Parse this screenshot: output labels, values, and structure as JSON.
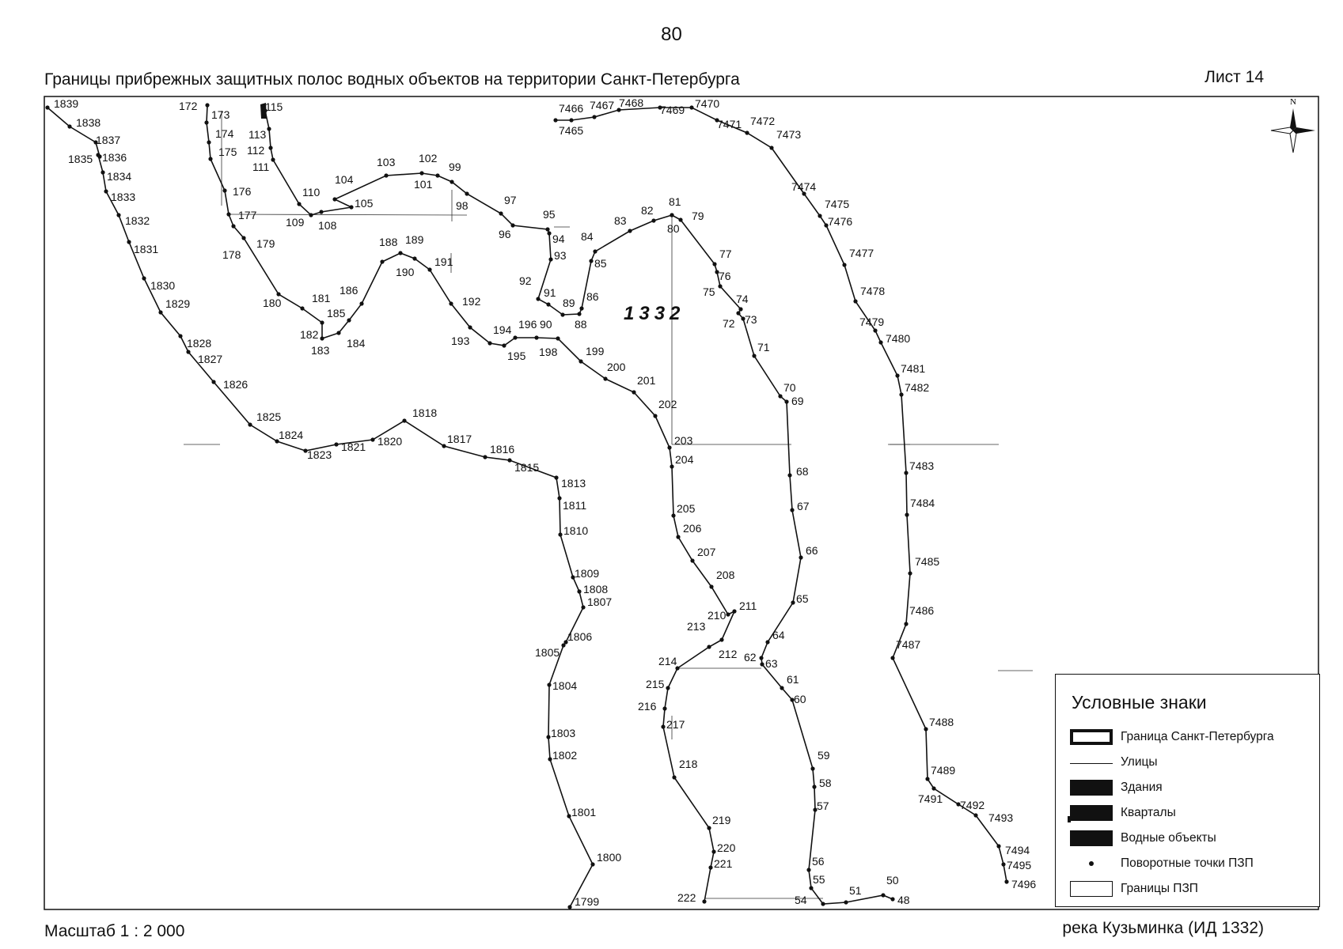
{
  "page_number": "80",
  "title": "Границы прибрежных защитных полос водных объектов на территории Санкт-Петербурга",
  "sheet_label": "Лист 14",
  "scale_label": "Масштаб 1 : 2 000",
  "river_label": "река Кузьминка (ИД 1332)",
  "zone_label": "1332",
  "north_label": "N",
  "legend": {
    "title": "Условные знаки",
    "items": [
      {
        "label": "Граница Санкт-Петербурга",
        "symbol": "border"
      },
      {
        "label": "Улицы",
        "symbol": "line"
      },
      {
        "label": "Здания",
        "symbol": "fill"
      },
      {
        "label": "Кварталы",
        "symbol": "block"
      },
      {
        "label": "Водные объекты",
        "symbol": "fill"
      },
      {
        "label": "Поворотные точки ПЗП",
        "symbol": "dot"
      },
      {
        "label": "Границы ПЗП",
        "symbol": "zone"
      }
    ]
  },
  "colors": {
    "ink": "#111111",
    "background": "#ffffff"
  },
  "boundary_lines": [
    [
      "1839",
      "1838",
      "1837",
      "1836",
      "1835",
      "1834",
      "1833",
      "1832",
      "1831",
      "1830",
      "1829",
      "1828",
      "1827",
      "1826",
      "1825",
      "1824",
      "1823",
      "1821",
      "1820",
      "1818",
      "1817",
      "1816",
      "1815",
      "1813",
      "1811",
      "1810",
      "1809",
      "1808",
      "1807",
      "1806",
      "1805",
      "1804",
      "1803",
      "1802",
      "1801",
      "1800",
      "1799"
    ],
    [
      "172",
      "173",
      "174",
      "175",
      "176",
      "177",
      "178",
      "179",
      "180",
      "181",
      "182",
      "183",
      "184",
      "185",
      "186",
      "188",
      "189",
      "190",
      "191",
      "192",
      "193",
      "194",
      "195",
      "196",
      "90",
      "198",
      "199",
      "200",
      "201",
      "202",
      "203",
      "204",
      "205",
      "206",
      "207",
      "208",
      "210",
      "211",
      "213",
      "212",
      "214",
      "215",
      "216",
      "217",
      "218",
      "219",
      "220",
      "221",
      "222"
    ],
    [
      "115",
      "113",
      "112",
      "111",
      "110",
      "109",
      "108",
      "105",
      "104",
      "103",
      "102",
      "101",
      "99",
      "98",
      "97",
      "96",
      "95",
      "94",
      "93",
      "92",
      "91",
      "89",
      "88",
      "86",
      "85",
      "84",
      "83",
      "82",
      "81",
      "80",
      "79",
      "77",
      "76",
      "75",
      "74",
      "72",
      "73",
      "71",
      "70",
      "69",
      "68",
      "67",
      "66",
      "65",
      "64",
      "62",
      "63",
      "61",
      "60",
      "59",
      "58",
      "57",
      "56",
      "55",
      "54",
      "51",
      "50",
      "48"
    ],
    [
      "7466",
      "7465",
      "7467",
      "7468",
      "7469",
      "7470",
      "7471",
      "7472",
      "7473",
      "7474",
      "7475",
      "7476",
      "7477",
      "7478",
      "7479",
      "7480",
      "7481",
      "7482",
      "7483",
      "7484",
      "7485",
      "7486",
      "7487",
      "7488",
      "7489",
      "7491",
      "7492",
      "7493",
      "7494",
      "7495",
      "7496"
    ]
  ]
}
